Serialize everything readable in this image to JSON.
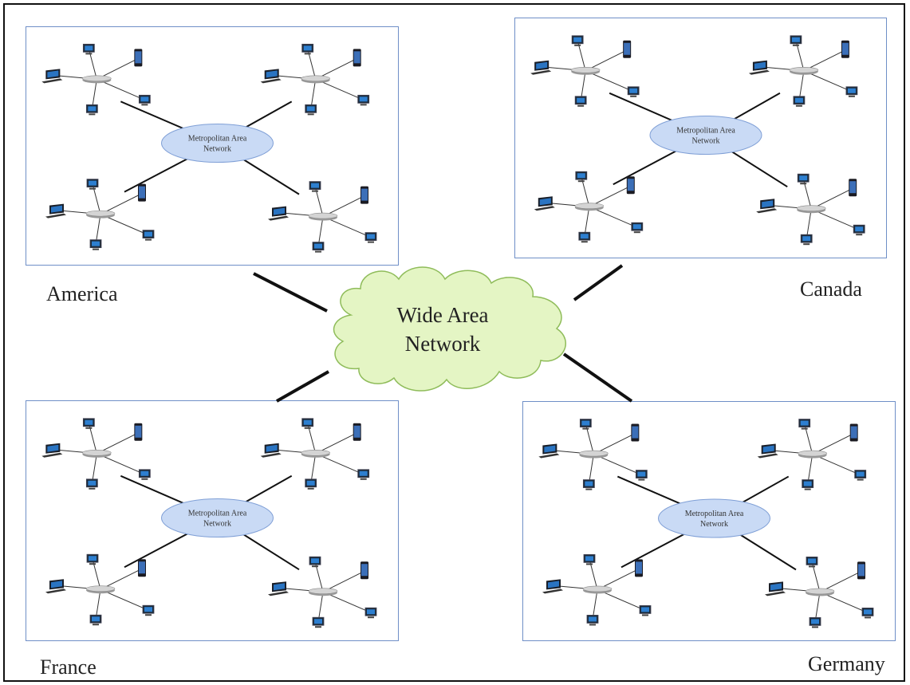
{
  "wan": {
    "line1": "Wide Area",
    "line2": "Network"
  },
  "man": {
    "line1": "Metropolitan Area",
    "line2": "Network"
  },
  "regions": [
    {
      "id": "america",
      "label": "America"
    },
    {
      "id": "canada",
      "label": "Canada"
    },
    {
      "id": "france",
      "label": "France"
    },
    {
      "id": "germany",
      "label": "Germany"
    }
  ],
  "colors": {
    "border": "#6f8fc7",
    "man_fill": "#c9daf5",
    "cloud_fill": "#e4f5c4",
    "cloud_stroke": "#8fbc5a",
    "link": "#111111"
  }
}
